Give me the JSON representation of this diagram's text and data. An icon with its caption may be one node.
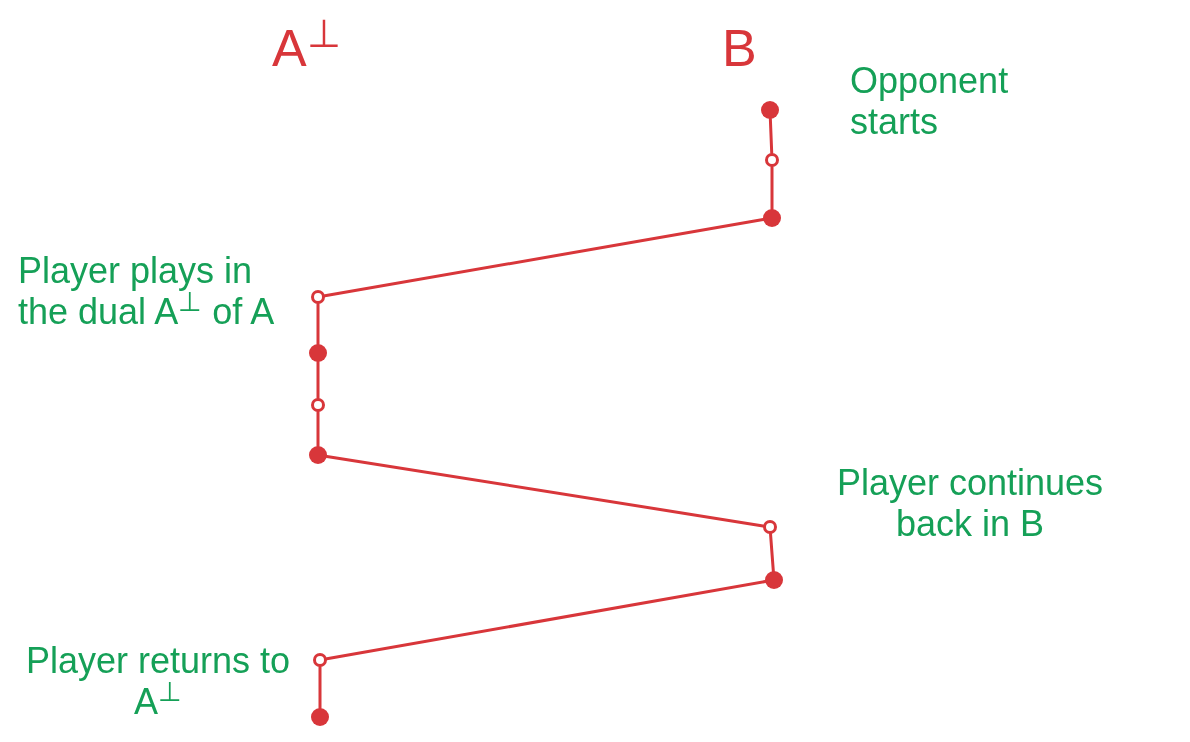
{
  "diagram": {
    "nodes": [
      {
        "text": [],
        "shape": "dot",
        "beside": [
          "Opponent starts"
        ]
      },
      {
        "text": [],
        "shape": "circle"
      },
      {
        "text": [],
        "shape": "dot"
      },
      {
        "text": [],
        "shape": "circle",
        "beside": [
          "Player plays in the dual A$^{⊥}$ of A"
        ]
      },
      {
        "text": [],
        "shape": "dot"
      },
      {
        "text": [],
        "shape": "circle"
      },
      {
        "text": [],
        "shape": "dot"
      },
      {
        "text": [],
        "shape": "circle",
        "beside": [
          "Player continues back in B"
        ]
      },
      {
        "text": [],
        "shape": "dot"
      },
      {
        "text": [],
        "shape": "circle",
        "beside": [
          "Player returns to A$^{⊥}$"
        ]
      },
      {
        "text": [],
        "shape": "dot"
      }
    ],
    "edges": [
      {
        "from": 0,
        "to": 1,
        "arrow": "none"
      },
      {
        "from": 1,
        "to": 2,
        "arrow": "none"
      },
      {
        "from": 2,
        "to": 3,
        "arrow": "none"
      },
      {
        "from": 3,
        "to": 4,
        "arrow": "none"
      },
      {
        "from": 4,
        "to": 5,
        "arrow": "none"
      },
      {
        "from": 5,
        "to": 6,
        "arrow": "none"
      },
      {
        "from": 6,
        "to": 7,
        "arrow": "none"
      },
      {
        "from": 7,
        "to": 8,
        "arrow": "none"
      },
      {
        "from": 8,
        "to": 9,
        "arrow": "none"
      },
      {
        "from": 9,
        "to": 10,
        "arrow": "none"
      }
    ],
    "labels": [
      "A$^{⊥}$",
      "B"
    ]
  }
}
